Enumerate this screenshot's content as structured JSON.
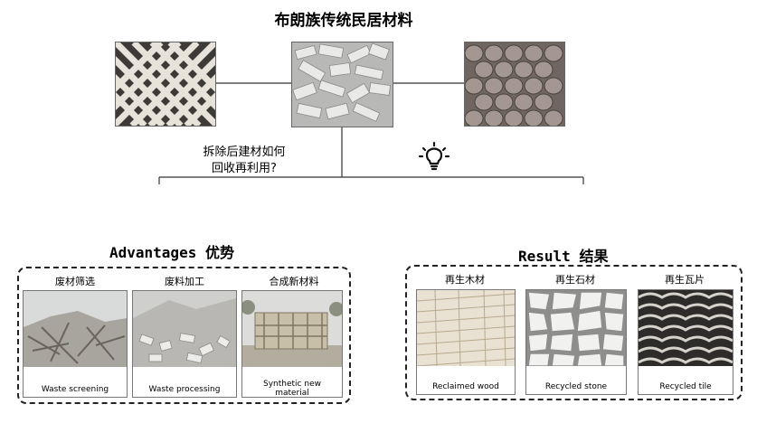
{
  "title": "布朗族传统民居材料",
  "question_lines": [
    "拆除后建材如何",
    "回收再利用?"
  ],
  "advantages": {
    "title_en": "Advantages",
    "title_zh": "优势",
    "cards": [
      {
        "label": "废材筛选",
        "caption": "Waste screening"
      },
      {
        "label": "废料加工",
        "caption": "Waste processing"
      },
      {
        "label": "合成新材料",
        "caption": "Synthetic new material"
      }
    ]
  },
  "result": {
    "title_en": "Result",
    "title_zh": "结果",
    "cards": [
      {
        "label": "再生木材",
        "caption": "Reclaimed wood"
      },
      {
        "label": "再生石材",
        "caption": "Recycled stone"
      },
      {
        "label": "再生瓦片",
        "caption": "Recycled tile"
      }
    ]
  },
  "icons": {
    "idea": "lightbulb-icon",
    "top_photos": [
      "wood-lattice-photo",
      "rubble-photo",
      "roof-tile-photo"
    ]
  }
}
